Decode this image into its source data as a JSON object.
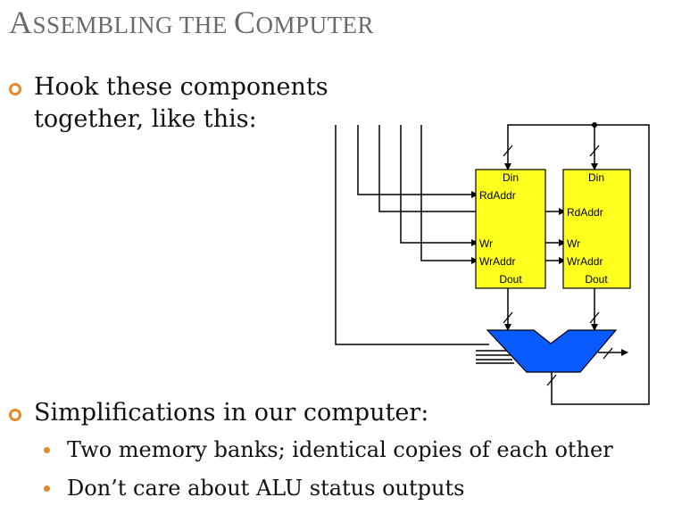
{
  "slide": {
    "title_parts": [
      "A",
      "SSEMBLING THE ",
      "C",
      "OMPUTER"
    ],
    "bullets": [
      {
        "lines": [
          "Hook these components",
          "together, like this:"
        ]
      },
      {
        "lines": [
          "Simplifications in our computer:"
        ],
        "sub": [
          "Two memory banks; identical copies of each other",
          "Don’t care about ALU status outputs"
        ]
      }
    ]
  },
  "diagram": {
    "mem_left": {
      "din": "Din",
      "rdaddr": "RdAddr",
      "wr": "Wr",
      "wraddr": "WrAddr",
      "dout": "Dout"
    },
    "mem_right": {
      "din": "Din",
      "rdaddr": "RdAddr",
      "wr": "Wr",
      "wraddr": "WrAddr",
      "dout": "Dout"
    }
  },
  "colors": {
    "accent": "#e48a2c",
    "memory": "#ffff1f",
    "alu": "#0a5bff",
    "title": "#6a6a6a"
  }
}
